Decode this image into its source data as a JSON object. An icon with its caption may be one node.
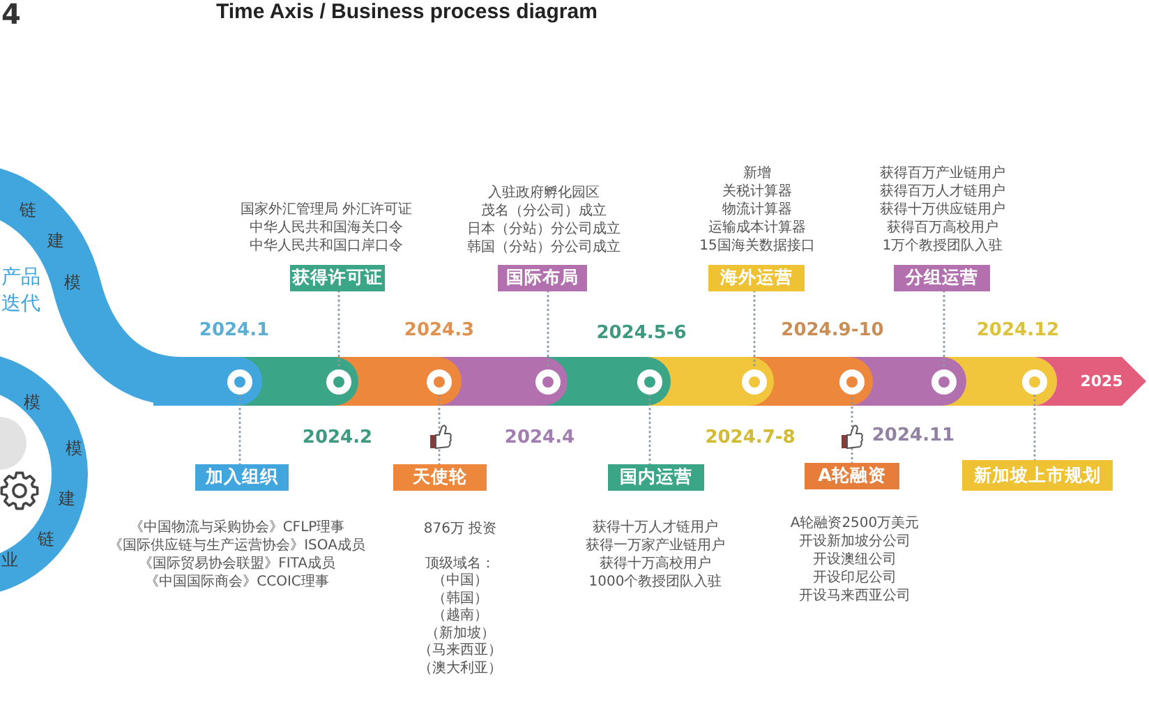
{
  "diagram": {
    "title": "Time Axis / Business process diagram",
    "nodes": [
      {
        "text": [
          "加入组织"
        ],
        "beside": [
          "《中国物流与采购协会》CFLP理事",
          "《国际供应链与生产运营协会》ISOA成员",
          "《国际贸易协会联盟》FITA成员",
          "《中国国际商会》CCOIC理事"
        ]
      },
      {
        "text": [],
        "shape": "circle",
        "beside": [
          "2024.1"
        ]
      },
      {
        "text": [
          "获得许可证"
        ],
        "beside": [
          "国家外汇管理局 外汇许可证",
          "中华人民共和国海关口令",
          "中华人民共和国口岸口令"
        ]
      },
      {
        "text": [],
        "shape": "circle",
        "beside": [
          "2024.2"
        ]
      },
      {
        "text": [
          "天使轮"
        ],
        "beside": [
          "876万 投资",
          "顶级域名：",
          "（中国）",
          "（韩国）",
          "（越南）",
          "（新加坡）",
          "（马来西亚）",
          "（澳大利亚）"
        ]
      },
      {
        "text": [],
        "shape": "circle",
        "beside": [
          "2024.3"
        ]
      },
      {
        "text": [
          "国际布局"
        ],
        "beside": [
          "入驻政府孵化园区",
          "茂名（分公司）成立",
          "日本（分站）分公司成立",
          "韩国（分站）分公司成立"
        ]
      },
      {
        "text": [],
        "shape": "circle",
        "beside": [
          "2024.4"
        ]
      },
      {
        "text": [
          "国内运营"
        ],
        "beside": [
          "获得十万人才链用户",
          "获得一万家产业链用户",
          "获得十万高校用户",
          "1000个教授团队入驻"
        ]
      },
      {
        "text": [],
        "shape": "circle",
        "beside": [
          "2024.5-6"
        ]
      },
      {
        "text": [
          "海外运营"
        ],
        "beside": [
          "新增",
          "关税计算器",
          "物流计算器",
          "运输成本计算器",
          "15国海关数据接口"
        ]
      },
      {
        "text": [],
        "shape": "circle",
        "beside": [
          "2024.7-8"
        ]
      },
      {
        "text": [
          "A轮融资"
        ],
        "beside": [
          "A轮融资2500万美元",
          "开设新加坡分公司",
          "开设澳纽公司",
          "开设印尼公司",
          "开设马来西亚公司"
        ]
      },
      {
        "text": [],
        "shape": "circle",
        "beside": [
          "2024.9-10"
        ]
      },
      {
        "text": [
          "分组运营"
        ],
        "beside": [
          "获得百万产业链用户",
          "获得百万人才链用户",
          "获得十万供应链用户",
          "获得百万高校用户",
          "1万个教授团队入驻"
        ]
      },
      {
        "text": [],
        "shape": "circle"
      },
      {
        "text": [
          "新加坡上市规划"
        ]
      },
      {
        "text": [],
        "shape": "circle",
        "beside": [
          "2024.12"
        ]
      },
      {
        "text": [
          "2025"
        ]
      }
    ],
    "edges": [
      {
        "from": 0,
        "to": 1,
        "arrow": "none"
      },
      {
        "from": 2,
        "to": 3,
        "arrow": "none"
      },
      {
        "from": 4,
        "to": 5,
        "arrow": "none"
      },
      {
        "from": 6,
        "to": 7,
        "arrow": "none"
      },
      {
        "from": 8,
        "to": 9,
        "arrow": "none"
      },
      {
        "from": 10,
        "to": 11,
        "arrow": "none"
      },
      {
        "from": 12,
        "to": 13,
        "arrow": "none"
      },
      {
        "from": 14,
        "to": 15,
        "arrow": "none"
      },
      {
        "from": 16,
        "to": 17,
        "arrow": "none"
      }
    ],
    "labels": [
      "4",
      "链",
      "建",
      "模",
      "产品迭代",
      "模",
      "模",
      "建",
      "链",
      "业",
      "2024.11"
    ]
  }
}
